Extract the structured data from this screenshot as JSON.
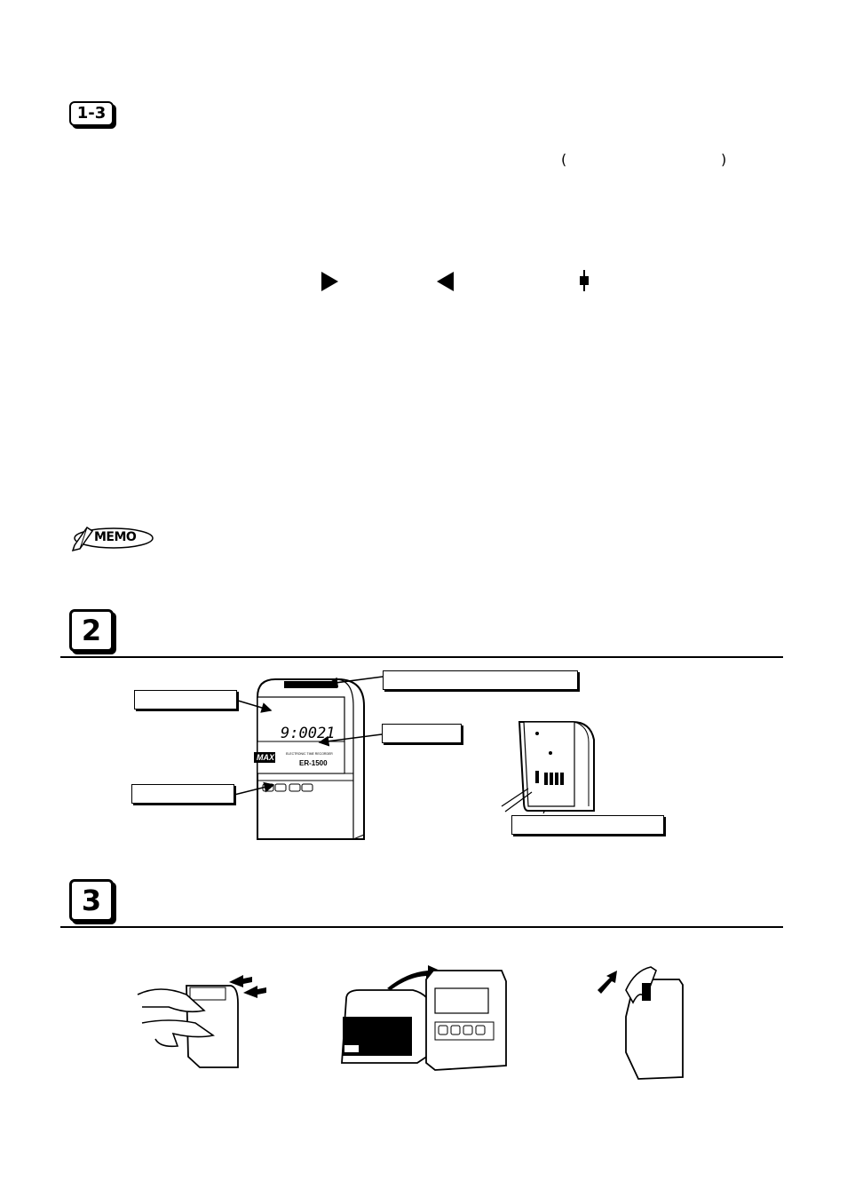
{
  "section_1_3": {
    "badge": "1-3",
    "paren_open": "(",
    "paren_close": ")"
  },
  "memo": {
    "label": "MEMO"
  },
  "section_2": {
    "badge": "2"
  },
  "section_3": {
    "badge": "3"
  },
  "device": {
    "display_time": "9:0021",
    "brand": "MAX",
    "model": "ER-1500",
    "small_text": "ELECTRONIC TIME RECORDER"
  },
  "icons": {
    "right": "play-right-icon",
    "left": "play-left-icon",
    "updown": "up-down-icon"
  }
}
